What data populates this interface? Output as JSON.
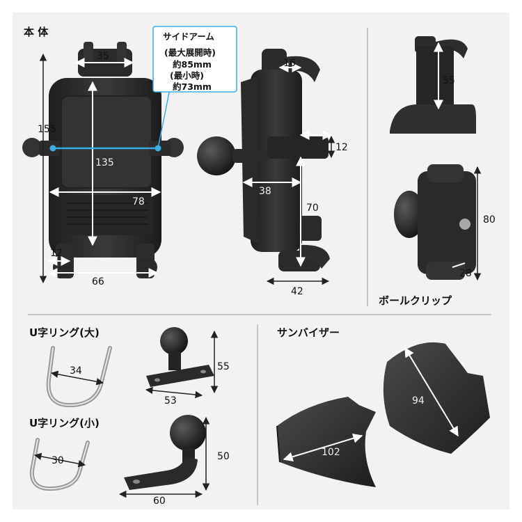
{
  "sections": {
    "main_body": "本 体",
    "ball_clip": "ボールクリップ",
    "u_ring_large": "U字リング(大)",
    "u_ring_small": "U字リング(小)",
    "sun_visor": "サンバイザー"
  },
  "callout": {
    "title": "サイドアーム",
    "line1": "(最大展開時)",
    "line2": "約85mm",
    "line3": "(最小時)",
    "line4": "約73mm"
  },
  "dimensions": {
    "top_width": "35",
    "overall_height": "155",
    "inner_height": "135",
    "inner_width": "78",
    "foot_width": "12",
    "base_width": "66",
    "side_top": "16",
    "side_arm": "12",
    "side_depth": "38",
    "side_height": "70",
    "side_base": "42",
    "clip_top": "55",
    "clip_height": "80",
    "clip_width": "28",
    "u_large": "34",
    "u_small": "30",
    "ball_mount_height": "55",
    "ball_mount_width": "53",
    "mirror_mount_height": "50",
    "mirror_mount_width": "60",
    "visor_front": "102",
    "visor_back": "94"
  },
  "colors": {
    "accent": "#3aaee0",
    "product": "#2b2b2b",
    "panel": "#f2f2f2"
  }
}
